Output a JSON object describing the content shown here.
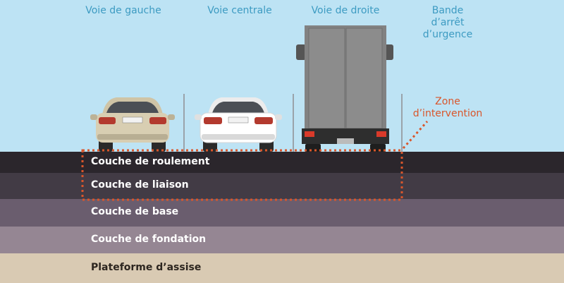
{
  "lanes": {
    "left": "Voie de gauche",
    "center": "Voie centrale",
    "right": "Voie de droite",
    "shoulder_lines": [
      "Bande",
      "d’arrêt",
      "d’urgence"
    ]
  },
  "zone": {
    "lines": [
      "Zone",
      "d’intervention"
    ],
    "color": "#d9562b"
  },
  "layers": [
    {
      "label": "Couche de roulement",
      "color": "#2b262c"
    },
    {
      "label": "Couche de liaison",
      "color": "#423b45"
    },
    {
      "label": "Couche de base",
      "color": "#6a5d6e"
    },
    {
      "label": "Couche de fondation",
      "color": "#958693"
    },
    {
      "label": "Plateforme d’assise",
      "color": "#d9cab3"
    }
  ],
  "colors": {
    "sky": "#bde3f4",
    "lane_label": "#3d9bc2",
    "car_beige": "#d8ceb2",
    "car_white": "#ffffff",
    "truck_body": "#828282"
  },
  "vehicles": [
    "beige-car",
    "white-car",
    "truck"
  ]
}
